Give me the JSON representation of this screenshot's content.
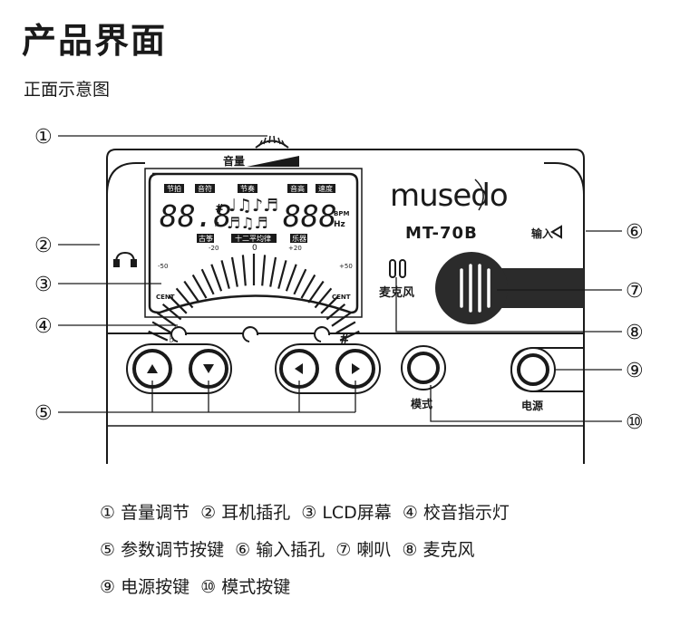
{
  "title": "产品界面",
  "subtitle": "正面示意图",
  "device": {
    "brand": "musedo",
    "model": "MT-70B",
    "volume_label": "音量",
    "input_label": "输入",
    "mic_label": "麦克风",
    "mode_label": "模式",
    "power_label": "电源",
    "flat_symbol": "♭",
    "sharp_symbol": "#"
  },
  "lcd": {
    "tags_left": [
      "节拍",
      "音符"
    ],
    "tag_rhythm": "节奏",
    "tags_right": [
      "音高",
      "速度"
    ],
    "digits_left": "88.8",
    "digits_right": "888",
    "sharp": "#",
    "flat": "♭",
    "bpm": "BPM",
    "hz": "Hz",
    "mode_tags": [
      "古筝",
      "十二平均律",
      "乐器"
    ],
    "scale_labels": [
      "-50",
      "-20",
      "0",
      "+20",
      "+50"
    ],
    "cent": "CENT"
  },
  "callouts": [
    "①",
    "②",
    "③",
    "④",
    "⑤",
    "⑥",
    "⑦",
    "⑧",
    "⑨",
    "⑩"
  ],
  "legend": [
    [
      "① 音量调节",
      "② 耳机插孔",
      "③ LCD屏幕",
      "④ 校音指示灯"
    ],
    [
      "⑤ 参数调节按键",
      "⑥ 输入插孔",
      "⑦ 喇叭",
      "⑧ 麦克风"
    ],
    [
      "⑨ 电源按键",
      "⑩ 模式按键"
    ]
  ],
  "colors": {
    "ink": "#1a1a1a",
    "body": "#ffffff",
    "speaker": "#2b2b2b",
    "lcd_line": "#222222"
  }
}
